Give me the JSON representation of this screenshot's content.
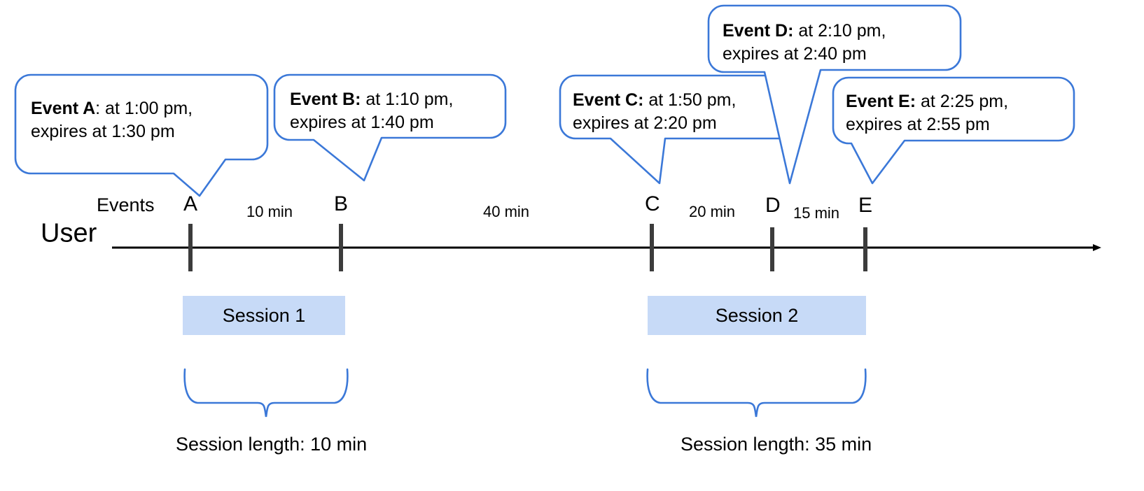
{
  "diagram": {
    "title_role": "user-session-timeline",
    "colors": {
      "callout_stroke": "#3b78d8",
      "brace_stroke": "#3b78d8",
      "session_fill": "#c7daf7",
      "axis": "#3c3c3c",
      "text": "#000000"
    },
    "axis": {
      "user_label": "User",
      "events_label": "Events"
    },
    "events": [
      {
        "letter": "A",
        "lead": "Event A",
        "sep": ":",
        "line1_rest": " at 1:00 pm,",
        "line2": "expires at 1:30 pm",
        "time": "1:00 pm",
        "expires": "1:30 pm",
        "lead_bold_colon": false
      },
      {
        "letter": "B",
        "lead": "Event B",
        "sep": ":",
        "line1_rest": " at 1:10 pm,",
        "line2": "expires at 1:40 pm",
        "time": "1:10 pm",
        "expires": "1:40 pm",
        "lead_bold_colon": true
      },
      {
        "letter": "C",
        "lead": "Event C",
        "sep": ":",
        "line1_rest": " at 1:50 pm,",
        "line2": "expires at 2:20 pm",
        "time": "1:50 pm",
        "expires": "2:20 pm",
        "lead_bold_colon": true
      },
      {
        "letter": "D",
        "lead": "Event D",
        "sep": ":",
        "line1_rest": " at 2:10 pm,",
        "line2": "expires at 2:40 pm",
        "time": "2:10 pm",
        "expires": "2:40 pm",
        "lead_bold_colon": true
      },
      {
        "letter": "E",
        "lead": "Event E",
        "sep": ":",
        "line1_rest": " at 2:25 pm,",
        "line2": "expires at 2:55 pm",
        "time": "2:25 pm",
        "expires": "2:55 pm",
        "lead_bold_colon": true
      }
    ],
    "gaps": [
      {
        "label": "10 min",
        "between": "A-B"
      },
      {
        "label": "40 min",
        "between": "B-C"
      },
      {
        "label": "20 min",
        "between": "C-D"
      },
      {
        "label": "15 min",
        "between": "D-E"
      }
    ],
    "sessions": [
      {
        "name": "Session 1",
        "caption": "Session length: 10 min"
      },
      {
        "name": "Session 2",
        "caption": "Session length: 35 min"
      }
    ]
  }
}
